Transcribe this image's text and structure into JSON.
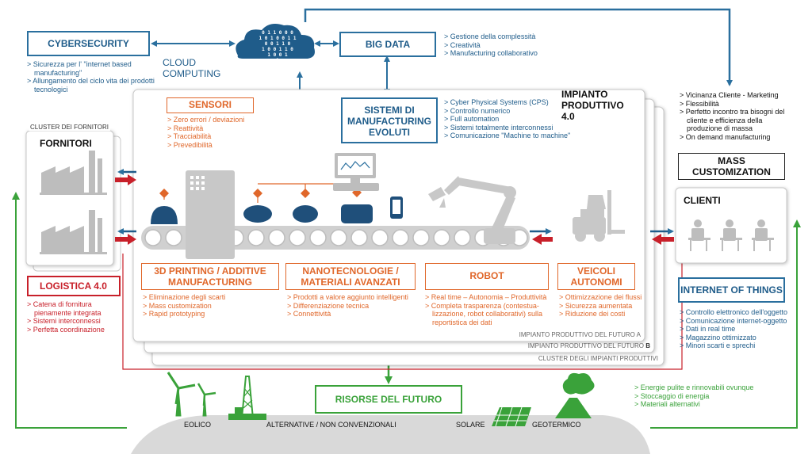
{
  "colors": {
    "blue": "#2a6f9e",
    "orange": "#e0672a",
    "red": "#c8202a",
    "green": "#3aa23a",
    "gray": "#bdbdbd"
  },
  "cybersecurity": {
    "title": "CYBERSECURITY",
    "items": [
      "Sicurezza per l' \"internet based manufacturing\"",
      "Allungamento del ciclo vita dei prodotti tecnologici"
    ]
  },
  "cloud": {
    "label": "CLOUD COMPUTING",
    "binary": [
      "0 1 1 0 0 0",
      "1 0 1 0 0 1 1",
      "0 0 1 1 0",
      "1 0 0 1 1 0",
      "1 0 0 1",
      "1"
    ]
  },
  "bigdata": {
    "title": "BIG DATA",
    "items": [
      "Gestione della complessità",
      "Creatività",
      "Manufacturing collaborativo"
    ]
  },
  "sistemi": {
    "title": "SISTEMI DI MANUFACTURING EVOLUTI",
    "items": [
      "Cyber Physical Systems (CPS)",
      "Controllo numerico",
      "Full automation",
      "Sistemi totalmente interconnessi",
      "Comunicazione \"Machine to machine\""
    ]
  },
  "impianto": {
    "title": "IMPIANTO PRODUTTIVO 4.0",
    "label_a": "IMPIANTO PRODUTTIVO DEL FUTURO A",
    "label_b": "IMPIANTO PRODUTTIVO DEL FUTURO",
    "label_b_letter": "B",
    "cluster": "CLUSTER DEGLI IMPIANTI PRODUTTIVI"
  },
  "sensori": {
    "title": "SENSORI",
    "items": [
      "Zero errori / deviazioni",
      "Reattività",
      "Tracciabilità",
      "Prevedibilità"
    ]
  },
  "fornitori": {
    "cluster": "CLUSTER DEI FORNITORI",
    "title": "FORNITORI"
  },
  "logistica": {
    "title": "LOGISTICA 4.0",
    "items": [
      "Catena di fornitura pienamente integrata",
      "Sistemi interconnessi",
      "Perfetta coordinazione"
    ]
  },
  "printing": {
    "title": "3D PRINTING / ADDITIVE MANUFACTURING",
    "items": [
      "Eliminazione degli scarti",
      "Mass customization",
      "Rapid prototyping"
    ]
  },
  "nano": {
    "title": "NANOTECNOLOGIE / MATERIALI AVANZATI",
    "items": [
      "Prodotti a valore aggiunto intelligenti",
      "Differenziazione tecnica",
      "Connettività"
    ]
  },
  "robot": {
    "title": "ROBOT",
    "items": [
      "Real time – Autonomia – Produttività",
      "Completa trasparenza (contestua-lizzazione, robot collaborativi) sulla reportistica dei dati"
    ]
  },
  "veicoli": {
    "title": "VEICOLI AUTONOMI",
    "items": [
      "Ottimizzazione dei flussi",
      "Sicurezza aumentata",
      "Riduzione dei costi"
    ]
  },
  "mass": {
    "items": [
      "Vicinanza Cliente - Marketing",
      "Flessibilità",
      "Perfetto incontro tra bisogni del cliente e efficienza della produzione di massa",
      "On demand manufacturing"
    ],
    "title": "MASS CUSTOMIZATION"
  },
  "clienti": {
    "title": "CLIENTI"
  },
  "iot": {
    "title": "INTERNET OF THINGS",
    "items": [
      "Controllo elettronico dell'oggetto",
      "Comunicazione internet-oggetto",
      "Dati in real time",
      "Magazzino ottimizzato",
      "Minori scarti e sprechi"
    ]
  },
  "risorse": {
    "title": "RISORSE DEL FUTURO",
    "items": [
      "Energie pulite e rinnovabili ovunque",
      "Stoccaggio di energia",
      "Materiali alternativi"
    ]
  },
  "energy": {
    "eolico": "EOLICO",
    "alternative": "ALTERNATIVE / NON CONVENZIONALI",
    "solare": "SOLARE",
    "geotermico": "GEOTERMICO"
  }
}
